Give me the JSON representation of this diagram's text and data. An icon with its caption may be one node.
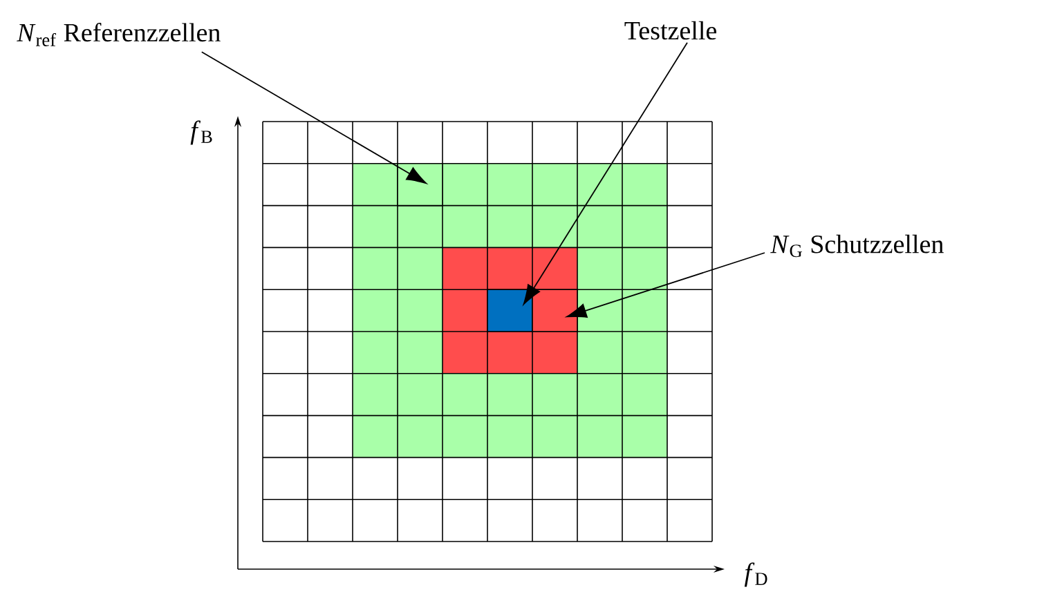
{
  "diagram": {
    "nodes": [
      {
        "text": [
          "*N*$_{ref}$ Referenzzellen"
        ]
      },
      {
        "text": [
          "Testzelle"
        ]
      },
      {
        "text": [
          "*N*$_{G}$ Schutzzellen"
        ]
      },
      {
        "text": [],
        "shape": "box"
      },
      {
        "text": [],
        "shape": "box"
      },
      {
        "text": [],
        "shape": "box"
      }
    ],
    "edges": [
      {
        "from": 0,
        "to": 3,
        "arrow": "to"
      },
      {
        "from": 1,
        "to": 4,
        "arrow": "to"
      },
      {
        "from": 2,
        "to": 5,
        "arrow": "to"
      }
    ],
    "labels": [
      "*f*$_{B}$",
      "*f*$_{D}$"
    ]
  }
}
